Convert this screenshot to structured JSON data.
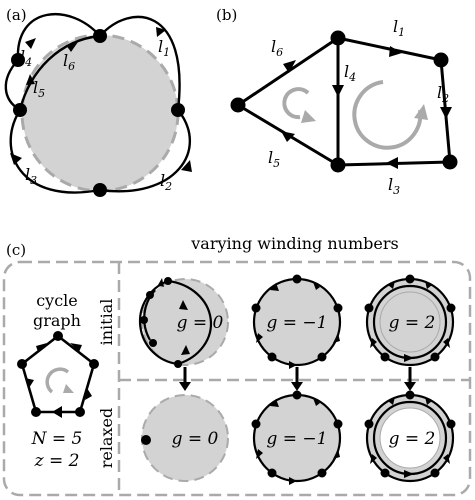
{
  "panels": {
    "a": {
      "label": "(a)",
      "edges": [
        {
          "name": "l",
          "sub": "1"
        },
        {
          "name": "l",
          "sub": "2"
        },
        {
          "name": "l",
          "sub": "3"
        },
        {
          "name": "l",
          "sub": "4"
        },
        {
          "name": "l",
          "sub": "5"
        },
        {
          "name": "l",
          "sub": "6"
        }
      ]
    },
    "b": {
      "label": "(b)",
      "edges": [
        {
          "name": "l",
          "sub": "1"
        },
        {
          "name": "l",
          "sub": "2"
        },
        {
          "name": "l",
          "sub": "3"
        },
        {
          "name": "l",
          "sub": "4"
        },
        {
          "name": "l",
          "sub": "5"
        },
        {
          "name": "l",
          "sub": "6"
        }
      ]
    },
    "c": {
      "label": "(c)",
      "header": "varying winding numbers",
      "left_title": [
        "cycle",
        "graph"
      ],
      "params": [
        "N = 5",
        "z = 2"
      ],
      "row_labels": [
        "initial",
        "relaxed"
      ],
      "winding_labels": [
        "g = 0",
        "g = −1",
        "g = 2"
      ]
    }
  },
  "colors": {
    "fill": "#d3d3d3",
    "dashed": "#aaaaaa",
    "arrow_gray": "#aaaaaa",
    "ink": "#000000"
  }
}
